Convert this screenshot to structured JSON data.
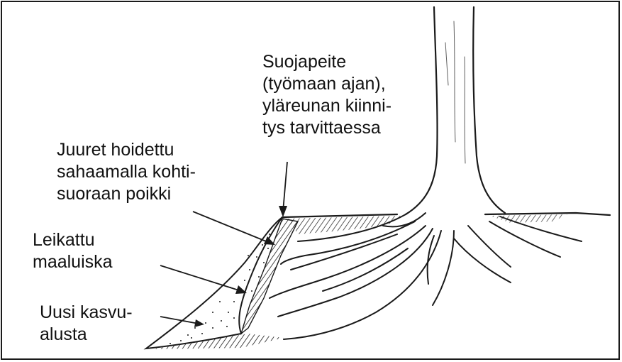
{
  "labels": {
    "cover": {
      "lines": [
        "Suojapeite",
        "(työmaan ajan),",
        "yläreunan kiinni-",
        "tys tarvittaessa"
      ]
    },
    "roots": {
      "lines": [
        "Juuret hoidettu",
        "sahaamalla kohti-",
        "suoraan poikki"
      ]
    },
    "slope": {
      "lines": [
        "Leikattu",
        "maaluiska"
      ]
    },
    "soil": {
      "lines": [
        "Uusi kasvu-",
        "alusta"
      ]
    }
  },
  "colors": {
    "ink": "#1a1a1a",
    "background": "#ffffff"
  }
}
